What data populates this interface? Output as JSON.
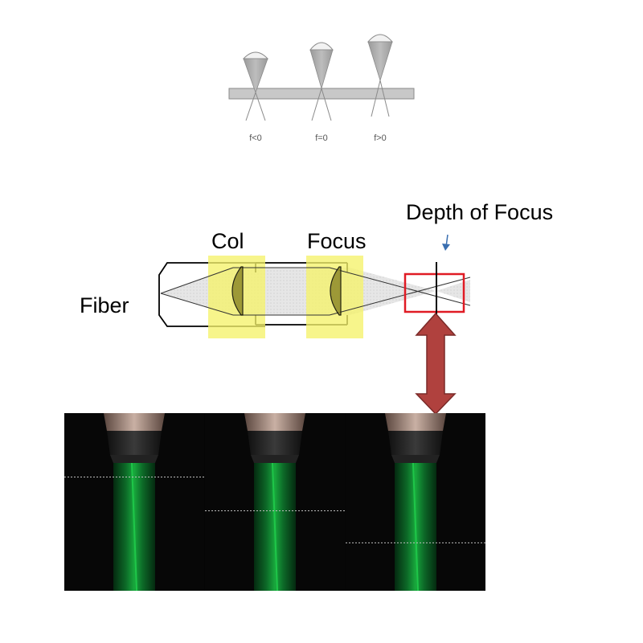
{
  "top_figure": {
    "labels": [
      "f<0",
      "f=0",
      "f>0"
    ]
  },
  "optics": {
    "title": "Depth of Focus",
    "collimator_label": "Col",
    "focus_label": "Focus",
    "fiber_label": "Fiber"
  },
  "colors": {
    "highlight": "#f5f26a",
    "dof_box": "#e01b24",
    "arrow": "#b0413e",
    "pointer": "#3a6fb0",
    "beam": "#1fc94a"
  },
  "photos": {
    "count": 3,
    "focus_line_levels": [
      0.36,
      0.55,
      0.73
    ]
  }
}
